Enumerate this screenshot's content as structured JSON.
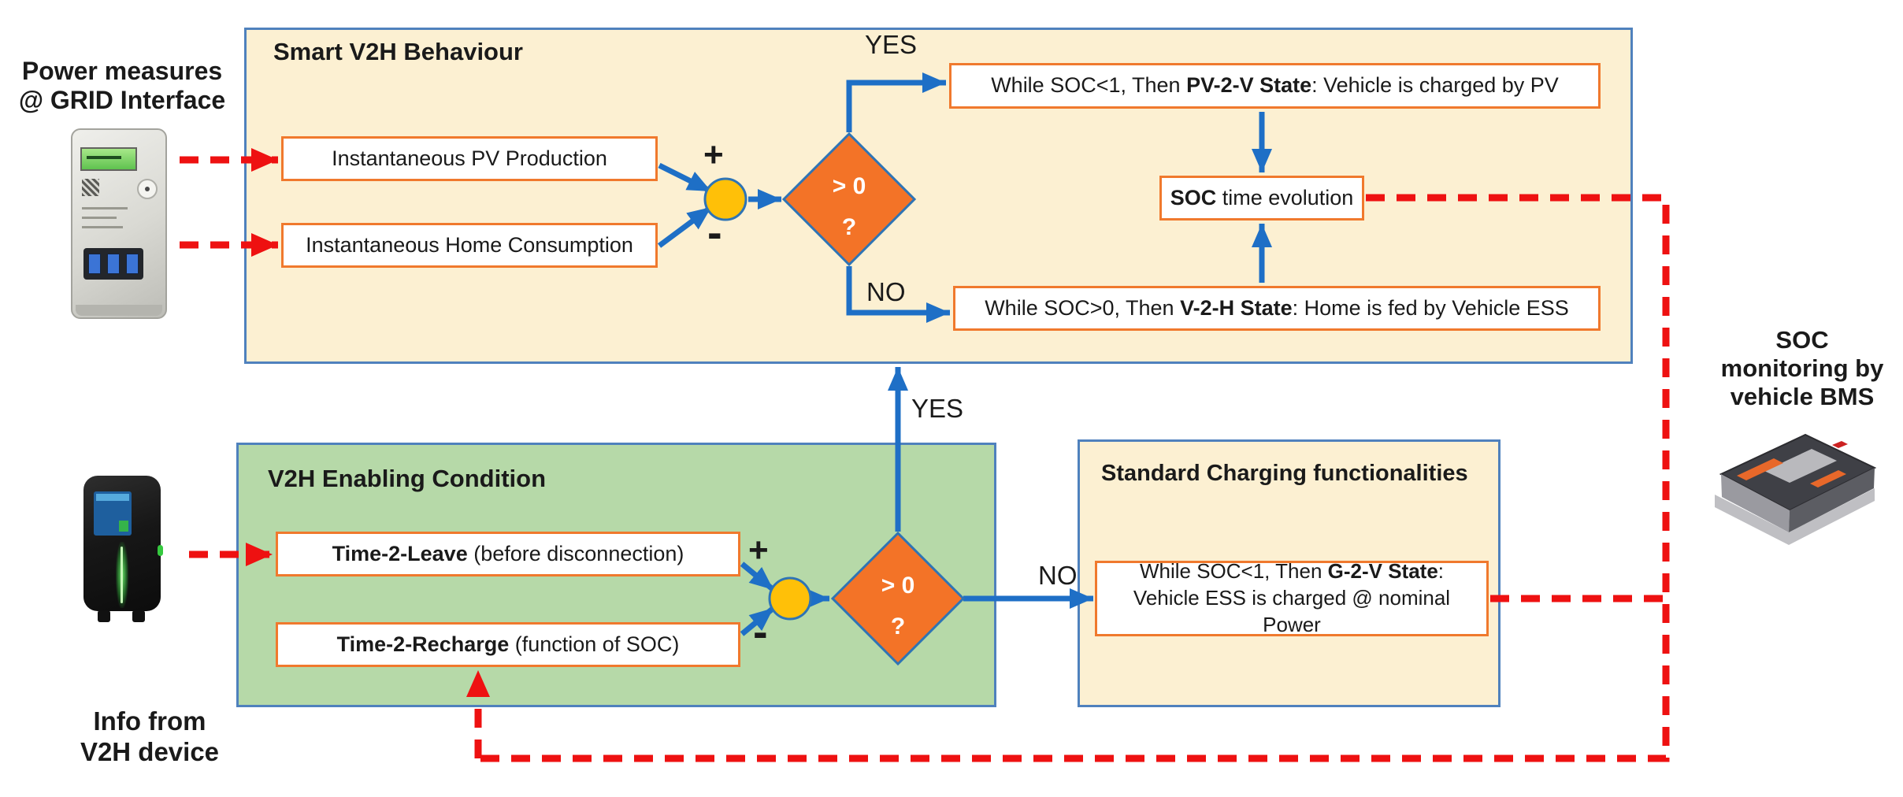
{
  "left_column": {
    "power_measures_line1": "Power measures",
    "power_measures_line2": "@ GRID Interface",
    "info_line1": "Info from",
    "info_line2": "V2H device"
  },
  "right_column": {
    "soc_monitoring_line1": "SOC",
    "soc_monitoring_line2": "monitoring by",
    "soc_monitoring_line3": "vehicle BMS"
  },
  "smart_v2h": {
    "title": "Smart V2H Behaviour",
    "pv_production": "Instantaneous PV Production",
    "home_consumption": "Instantaneous Home Consumption",
    "sum_plus": "+",
    "sum_minus": "-",
    "decision_line1": "> 0",
    "decision_line2": "?",
    "yes_label": "YES",
    "no_label": "NO",
    "pv2v": {
      "pre": "While SOC<1, Then ",
      "bold": "PV-2-V State",
      "post": ": Vehicle is charged by PV"
    },
    "soc_evolution": {
      "bold": "SOC",
      "post": " time evolution"
    },
    "v2h": {
      "pre": "While SOC>0, Then ",
      "bold": "V-2-H State",
      "post": ": Home is fed by Vehicle ESS"
    }
  },
  "enabling": {
    "title": "V2H Enabling Condition",
    "t2l": {
      "bold": "Time-2-Leave",
      "post": " (before disconnection)"
    },
    "t2r": {
      "bold": "Time-2-Recharge",
      "post": " (function of SOC)"
    },
    "sum_plus": "+",
    "sum_minus": "-",
    "decision_line1": "> 0",
    "decision_line2": "?",
    "yes_label": "YES",
    "no_label": "NO"
  },
  "standard": {
    "title": "Standard Charging functionalities",
    "g2v": {
      "pre": "While SOC<1, Then ",
      "bold": "G-2-V State",
      "post": ": Vehicle ESS is charged @ nominal Power"
    }
  },
  "images": {
    "smart_meter": "smart-meter-photo",
    "ev_charger": "v2h-charger-photo",
    "battery_pack": "vehicle-battery-photo"
  },
  "colors": {
    "cream_panel": "#fcf0d2",
    "green_panel": "#b6d9a8",
    "panel_border_blue": "#4f81bd",
    "white_box_border_orange": "#f0792d",
    "arrow_blue": "#1e6fc6",
    "dashed_red": "#ee1111",
    "sum_circle_yellow": "#ffc008",
    "diamond_orange": "#f37327",
    "text_black": "#1a1a1a"
  }
}
